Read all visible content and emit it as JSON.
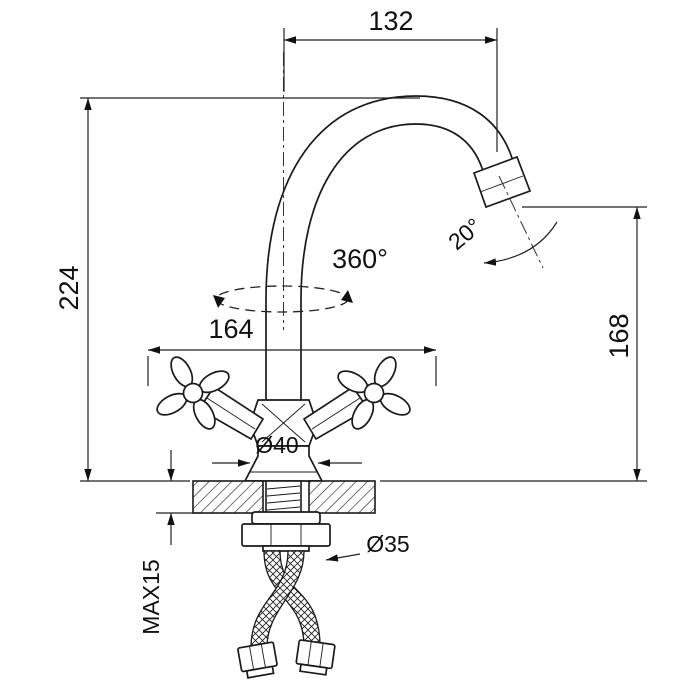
{
  "drawing": {
    "background": "#ffffff",
    "ink": "#000000",
    "labels": {
      "top_width": "132",
      "overall_height": "224",
      "outlet_height": "168",
      "handle_span": "164",
      "swivel": "360°",
      "outlet_angle": "20°",
      "base_diameter": "Ø40",
      "shank_diameter": "Ø35",
      "max_counter_thickness": "MAX15"
    }
  }
}
